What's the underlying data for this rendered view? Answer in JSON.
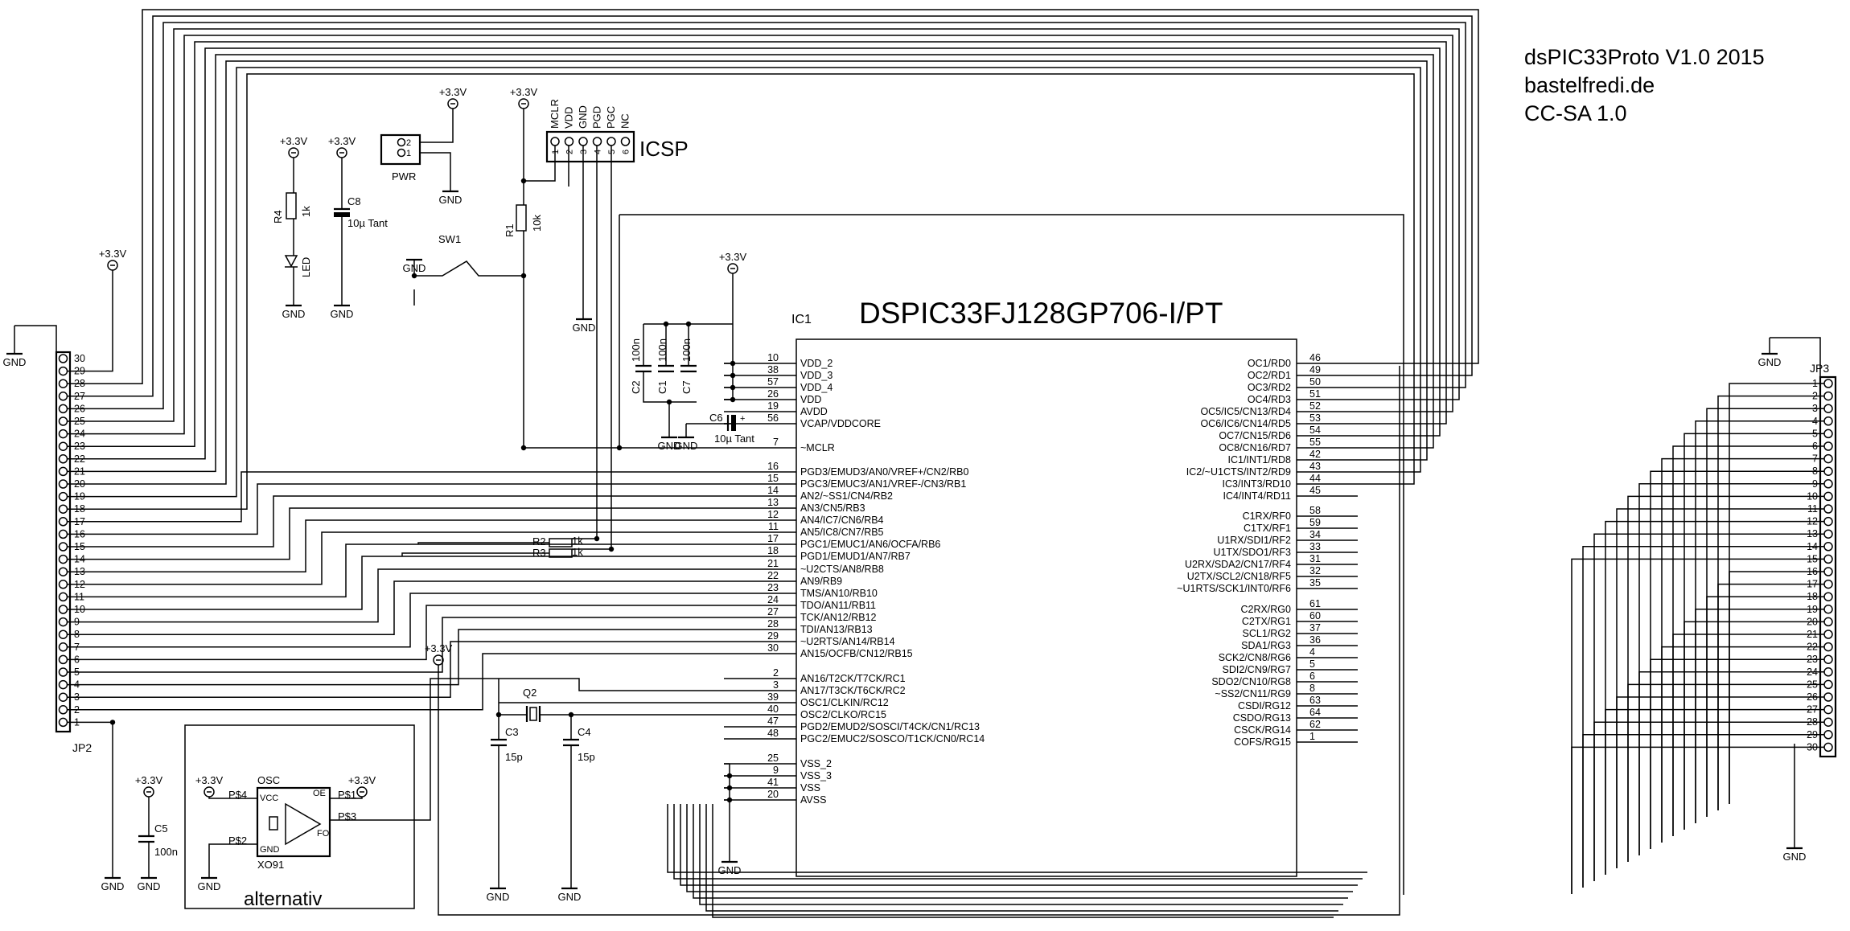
{
  "title_block": {
    "line1": "dsPIC33Proto V1.0 2015",
    "line2": "bastelfredi.de",
    "line3": "CC-SA 1.0"
  },
  "ic1": {
    "name": "IC1",
    "part": "DSPIC33FJ128GP706-I/PT",
    "left_pins": [
      {
        "num": "10",
        "name": "VDD_2"
      },
      {
        "num": "38",
        "name": "VDD_3"
      },
      {
        "num": "57",
        "name": "VDD_4"
      },
      {
        "num": "26",
        "name": "VDD"
      },
      {
        "num": "19",
        "name": "AVDD"
      },
      {
        "num": "56",
        "name": "VCAP/VDDCORE"
      },
      {
        "num": "7",
        "name": "~MCLR"
      },
      {
        "num": "16",
        "name": "PGD3/EMUD3/AN0/VREF+/CN2/RB0"
      },
      {
        "num": "15",
        "name": "PGC3/EMUC3/AN1/VREF-/CN3/RB1"
      },
      {
        "num": "14",
        "name": "AN2/~SS1/CN4/RB2"
      },
      {
        "num": "13",
        "name": "AN3/CN5/RB3"
      },
      {
        "num": "12",
        "name": "AN4/IC7/CN6/RB4"
      },
      {
        "num": "11",
        "name": "AN5/IC8/CN7/RB5"
      },
      {
        "num": "17",
        "name": "PGC1/EMUC1/AN6/OCFA/RB6"
      },
      {
        "num": "18",
        "name": "PGD1/EMUD1/AN7/RB7"
      },
      {
        "num": "21",
        "name": "~U2CTS/AN8/RB8"
      },
      {
        "num": "22",
        "name": "AN9/RB9"
      },
      {
        "num": "23",
        "name": "TMS/AN10/RB10"
      },
      {
        "num": "24",
        "name": "TDO/AN11/RB11"
      },
      {
        "num": "27",
        "name": "TCK/AN12/RB12"
      },
      {
        "num": "28",
        "name": "TDI/AN13/RB13"
      },
      {
        "num": "29",
        "name": "~U2RTS/AN14/RB14"
      },
      {
        "num": "30",
        "name": "AN15/OCFB/CN12/RB15"
      },
      {
        "num": "2",
        "name": "AN16/T2CK/T7CK/RC1"
      },
      {
        "num": "3",
        "name": "AN17/T3CK/T6CK/RC2"
      },
      {
        "num": "39",
        "name": "OSC1/CLKIN/RC12"
      },
      {
        "num": "40",
        "name": "OSC2/CLKO/RC15"
      },
      {
        "num": "47",
        "name": "PGD2/EMUD2/SOSCI/T4CK/CN1/RC13"
      },
      {
        "num": "48",
        "name": "PGC2/EMUC2/SOSCO/T1CK/CN0/RC14"
      },
      {
        "num": "25",
        "name": "VSS_2"
      },
      {
        "num": "9",
        "name": "VSS_3"
      },
      {
        "num": "41",
        "name": "VSS"
      },
      {
        "num": "20",
        "name": "AVSS"
      }
    ],
    "right_pins": [
      {
        "num": "46",
        "name": "OC1/RD0"
      },
      {
        "num": "49",
        "name": "OC2/RD1"
      },
      {
        "num": "50",
        "name": "OC3/RD2"
      },
      {
        "num": "51",
        "name": "OC4/RD3"
      },
      {
        "num": "52",
        "name": "OC5/IC5/CN13/RD4"
      },
      {
        "num": "53",
        "name": "OC6/IC6/CN14/RD5"
      },
      {
        "num": "54",
        "name": "OC7/CN15/RD6"
      },
      {
        "num": "55",
        "name": "OC8/CN16/RD7"
      },
      {
        "num": "42",
        "name": "IC1/INT1/RD8"
      },
      {
        "num": "43",
        "name": "IC2/~U1CTS/INT2/RD9"
      },
      {
        "num": "44",
        "name": "IC3/INT3/RD10"
      },
      {
        "num": "45",
        "name": "IC4/INT4/RD11"
      },
      {
        "num": "58",
        "name": "C1RX/RF0"
      },
      {
        "num": "59",
        "name": "C1TX/RF1"
      },
      {
        "num": "34",
        "name": "U1RX/SDI1/RF2"
      },
      {
        "num": "33",
        "name": "U1TX/SDO1/RF3"
      },
      {
        "num": "31",
        "name": "U2RX/SDA2/CN17/RF4"
      },
      {
        "num": "32",
        "name": "U2TX/SCL2/CN18/RF5"
      },
      {
        "num": "35",
        "name": "~U1RTS/SCK1/INT0/RF6"
      },
      {
        "num": "61",
        "name": "C2RX/RG0"
      },
      {
        "num": "60",
        "name": "C2TX/RG1"
      },
      {
        "num": "37",
        "name": "SCL1/RG2"
      },
      {
        "num": "36",
        "name": "SDA1/RG3"
      },
      {
        "num": "4",
        "name": "SCK2/CN8/RG6"
      },
      {
        "num": "5",
        "name": "SDI2/CN9/RG7"
      },
      {
        "num": "6",
        "name": "SDO2/CN10/RG8"
      },
      {
        "num": "8",
        "name": "~SS2/CN11/RG9"
      },
      {
        "num": "63",
        "name": "CSDI/RG12"
      },
      {
        "num": "64",
        "name": "CSDO/RG13"
      },
      {
        "num": "62",
        "name": "CSCK/RG14"
      },
      {
        "num": "1",
        "name": "COFS/RG15"
      }
    ]
  },
  "jp2": {
    "name": "JP2",
    "pins": [
      "30",
      "29",
      "28",
      "27",
      "26",
      "25",
      "24",
      "23",
      "22",
      "21",
      "20",
      "19",
      "18",
      "17",
      "16",
      "15",
      "14",
      "13",
      "12",
      "11",
      "10",
      "9",
      "8",
      "7",
      "6",
      "5",
      "4",
      "3",
      "2",
      "1"
    ]
  },
  "jp3": {
    "name": "JP3",
    "pins": [
      "1",
      "2",
      "3",
      "4",
      "5",
      "6",
      "7",
      "8",
      "9",
      "10",
      "11",
      "12",
      "13",
      "14",
      "15",
      "16",
      "17",
      "18",
      "19",
      "20",
      "21",
      "22",
      "23",
      "24",
      "25",
      "26",
      "27",
      "28",
      "29",
      "30"
    ]
  },
  "icsp": {
    "name": "ICSP",
    "pin_names": [
      "MCLR",
      "VDD",
      "GND",
      "PGD",
      "PGC",
      "NC"
    ],
    "pin_nums": [
      "1",
      "2",
      "3",
      "4",
      "5",
      "6"
    ]
  },
  "pwr": {
    "name": "PWR",
    "pin2": "2",
    "pin1": "1"
  },
  "components": {
    "r4": {
      "name": "R4",
      "value": "1k"
    },
    "led": {
      "name": "LED"
    },
    "c8": {
      "name": "C8",
      "value": "10µ Tant"
    },
    "sw1": {
      "name": "SW1"
    },
    "r1": {
      "name": "R1",
      "value": "10k"
    },
    "c2": {
      "name": "C2",
      "value": "100n"
    },
    "c1": {
      "name": "C1",
      "value": "100n"
    },
    "c7": {
      "name": "C7",
      "value": "100n"
    },
    "c6": {
      "name": "C6",
      "value": "10µ Tant",
      "plus": "+"
    },
    "r2": {
      "name": "R2",
      "value": "1k"
    },
    "r3": {
      "name": "R3",
      "value": "1k"
    },
    "q2": {
      "name": "Q2"
    },
    "c3": {
      "name": "C3",
      "value": "15p"
    },
    "c4": {
      "name": "C4",
      "value": "15p"
    },
    "c5": {
      "name": "C5",
      "value": "100n"
    },
    "osc": {
      "name": "OSC",
      "part": "XO91",
      "vcc": "VCC",
      "gnd": "GND",
      "oe": "OE",
      "fo": "FO",
      "p4": "P$4",
      "p1": "P$1",
      "p3": "P$3",
      "p2": "P$2",
      "note": "alternativ"
    }
  },
  "net_labels": {
    "vcc": "+3.3V",
    "gnd": "GND"
  }
}
